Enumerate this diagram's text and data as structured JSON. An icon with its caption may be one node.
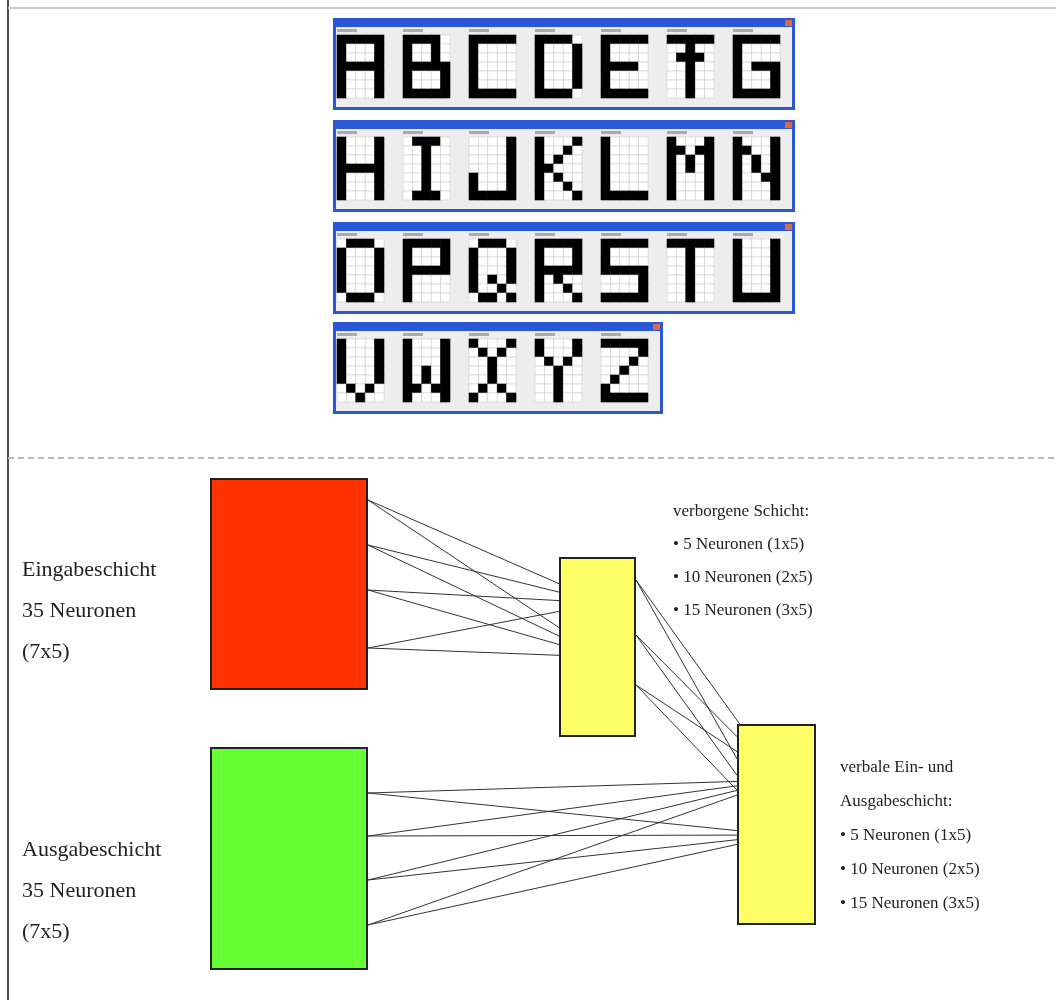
{
  "diagram": {
    "nodes": [
      {
        "text": [],
        "shape": "box",
        "beside": [
          "Eingabeschicht",
          "35 Neuronen",
          "(7x5)"
        ]
      },
      {
        "text": [],
        "shape": "box",
        "beside": [
          "Ausgabeschicht",
          "35 Neuronen",
          "(7x5)"
        ]
      },
      {
        "text": [],
        "shape": "box",
        "beside": [
          "verborgene Schicht:",
          "• 5 Neuronen (1x5)",
          "• 10 Neuronen (2x5)",
          "• 15 Neuronen (3x5)"
        ]
      },
      {
        "text": [],
        "shape": "box",
        "beside": [
          "verbale Ein- und Ausgabeschicht:",
          "• 5 Neuronen (1x5)",
          "• 10 Neuronen (2x5)",
          "• 15 Neuronen (3x5)"
        ]
      }
    ],
    "edges": [
      {
        "from": 0,
        "to": 2,
        "arrow": "none"
      },
      {
        "from": 0,
        "to": 2,
        "arrow": "none"
      },
      {
        "from": 0,
        "to": 2,
        "arrow": "none"
      },
      {
        "from": 0,
        "to": 2,
        "arrow": "none"
      },
      {
        "from": 0,
        "to": 2,
        "arrow": "none"
      },
      {
        "from": 0,
        "to": 2,
        "arrow": "none"
      },
      {
        "from": 0,
        "to": 2,
        "arrow": "none"
      },
      {
        "from": 0,
        "to": 2,
        "arrow": "none"
      },
      {
        "from": 2,
        "to": 3,
        "arrow": "none"
      },
      {
        "from": 2,
        "to": 3,
        "arrow": "none"
      },
      {
        "from": 2,
        "to": 3,
        "arrow": "none"
      },
      {
        "from": 2,
        "to": 3,
        "arrow": "none"
      },
      {
        "from": 2,
        "to": 3,
        "arrow": "none"
      },
      {
        "from": 2,
        "to": 3,
        "arrow": "none"
      },
      {
        "from": 1,
        "to": 3,
        "arrow": "none"
      },
      {
        "from": 1,
        "to": 3,
        "arrow": "none"
      },
      {
        "from": 1,
        "to": 3,
        "arrow": "none"
      },
      {
        "from": 1,
        "to": 3,
        "arrow": "none"
      },
      {
        "from": 1,
        "to": 3,
        "arrow": "none"
      },
      {
        "from": 1,
        "to": 3,
        "arrow": "none"
      },
      {
        "from": 1,
        "to": 3,
        "arrow": "none"
      },
      {
        "from": 1,
        "to": 3,
        "arrow": "none"
      }
    ]
  }
}
